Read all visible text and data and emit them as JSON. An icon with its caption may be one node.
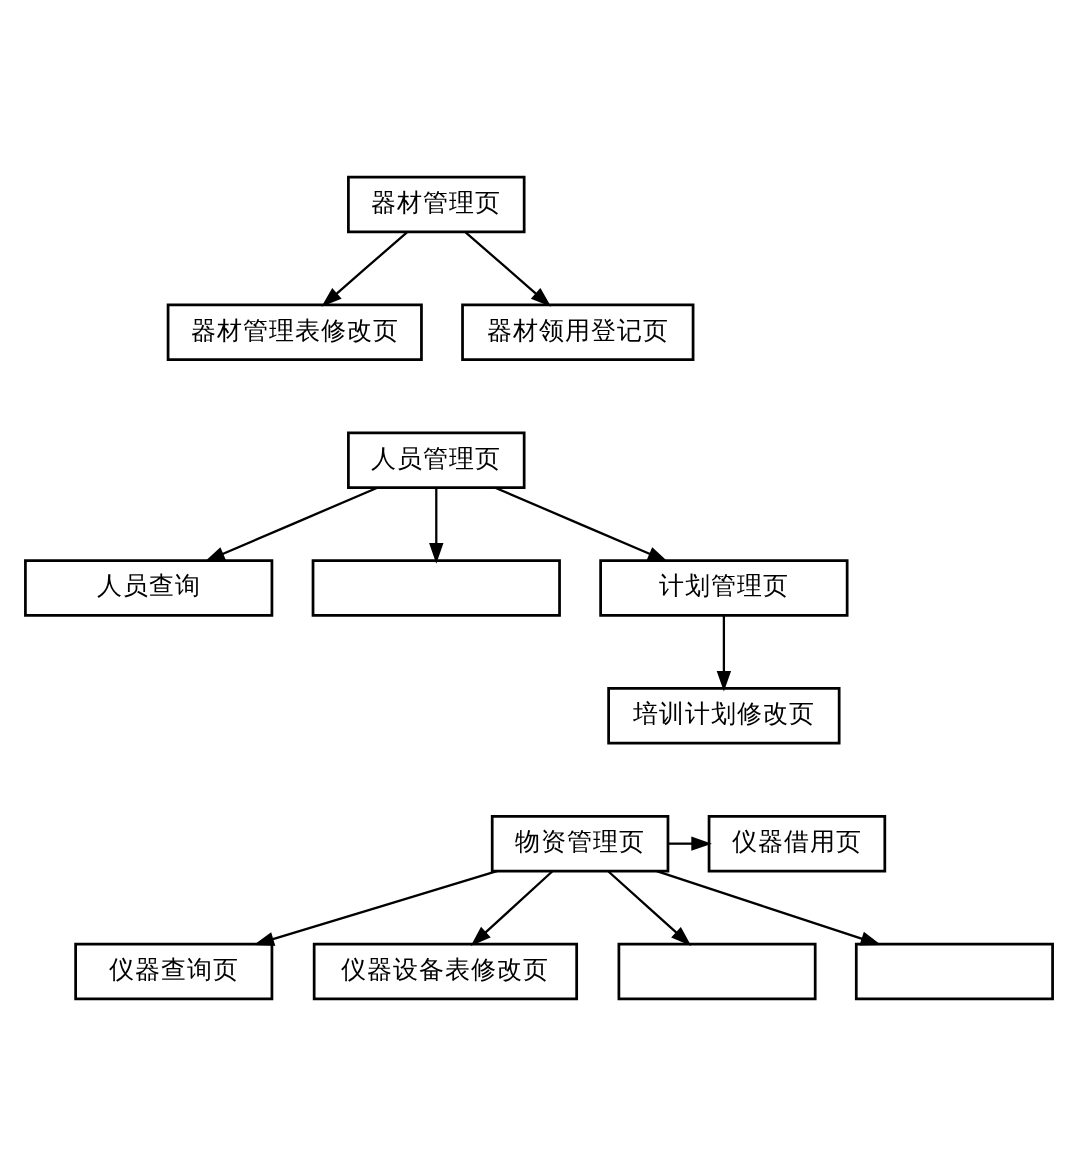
{
  "diagram": {
    "nodes": [
      {
        "text": [
          "器材管理页"
        ]
      },
      {
        "text": [
          "器材管理表修改页"
        ]
      },
      {
        "text": [
          "器材领用登记页"
        ]
      },
      {
        "text": [
          "人员管理页"
        ]
      },
      {
        "text": [
          "人员查询"
        ]
      },
      {
        "text": [],
        "shape": "box"
      },
      {
        "text": [
          "计划管理页"
        ]
      },
      {
        "text": [
          "培训计划修改页"
        ]
      },
      {
        "text": [
          "物资管理页"
        ]
      },
      {
        "text": [
          "仪器借用页"
        ]
      },
      {
        "text": [
          "仪器查询页"
        ]
      },
      {
        "text": [
          "仪器设备表修改页"
        ]
      },
      {
        "text": [],
        "shape": "box"
      },
      {
        "text": [],
        "shape": "box"
      }
    ],
    "edges": [
      {
        "from": 0,
        "to": 1,
        "arrow": "to"
      },
      {
        "from": 0,
        "to": 2,
        "arrow": "to"
      },
      {
        "from": 3,
        "to": 4,
        "arrow": "to"
      },
      {
        "from": 3,
        "to": 5,
        "arrow": "to"
      },
      {
        "from": 3,
        "to": 6,
        "arrow": "to"
      },
      {
        "from": 6,
        "to": 7,
        "arrow": "to"
      },
      {
        "from": 8,
        "to": 9,
        "arrow": "to"
      },
      {
        "from": 8,
        "to": 10,
        "arrow": "to"
      },
      {
        "from": 8,
        "to": 11,
        "arrow": "to"
      },
      {
        "from": 8,
        "to": 12,
        "arrow": "to"
      },
      {
        "from": 8,
        "to": 13,
        "arrow": "to"
      }
    ]
  }
}
